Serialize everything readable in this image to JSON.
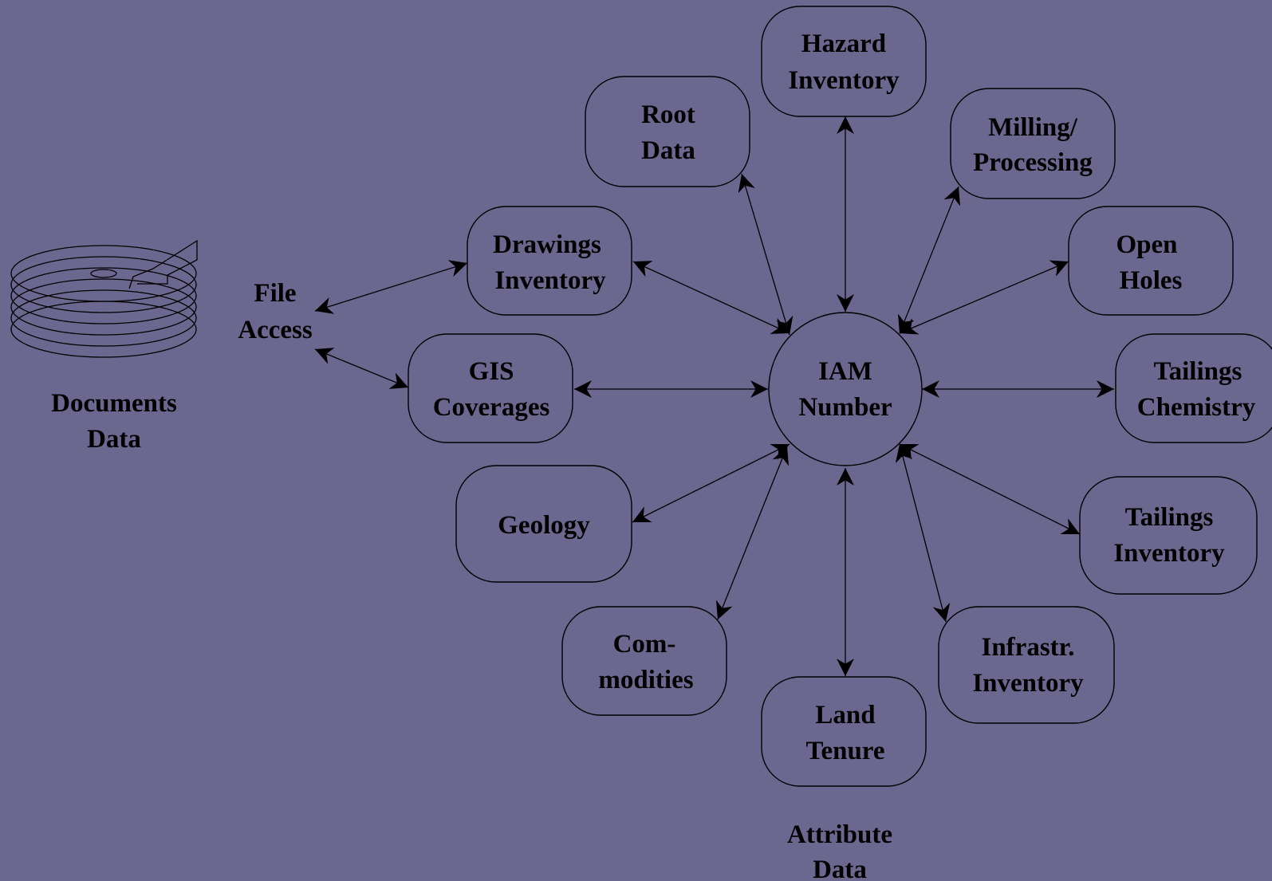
{
  "diagram": {
    "center": {
      "label_1": "IAM",
      "label_2": "Number"
    },
    "nodes": {
      "hazard": {
        "label_1": "Hazard",
        "label_2": "Inventory"
      },
      "root": {
        "label_1": "Root",
        "label_2": "Data"
      },
      "milling": {
        "label_1": "Milling/",
        "label_2": "Processing"
      },
      "drawings": {
        "label_1": "Drawings",
        "label_2": "Inventory"
      },
      "open_holes": {
        "label_1": "Open",
        "label_2": "Holes"
      },
      "gis": {
        "label_1": "GIS",
        "label_2": "Coverages"
      },
      "tail_chem": {
        "label_1": "Tailings",
        "label_2": "Chemistry"
      },
      "geology": {
        "label_1": "Geology"
      },
      "tail_inv": {
        "label_1": "Tailings",
        "label_2": "Inventory"
      },
      "commodities": {
        "label_1": "Com-",
        "label_2": "modities"
      },
      "infrastr": {
        "label_1": "Infrastr.",
        "label_2": "Inventory"
      },
      "land": {
        "label_1": "Land",
        "label_2": "Tenure"
      }
    },
    "file_access": {
      "label_1": "File",
      "label_2": "Access"
    },
    "documents": {
      "label_1": "Documents",
      "label_2": "Data"
    },
    "attribute": {
      "label_1": "Attribute",
      "label_2": "Data"
    },
    "icons": {
      "disk": "disk-stack-icon"
    },
    "colors": {
      "background": "#6b678f",
      "stroke": "#000000"
    }
  }
}
